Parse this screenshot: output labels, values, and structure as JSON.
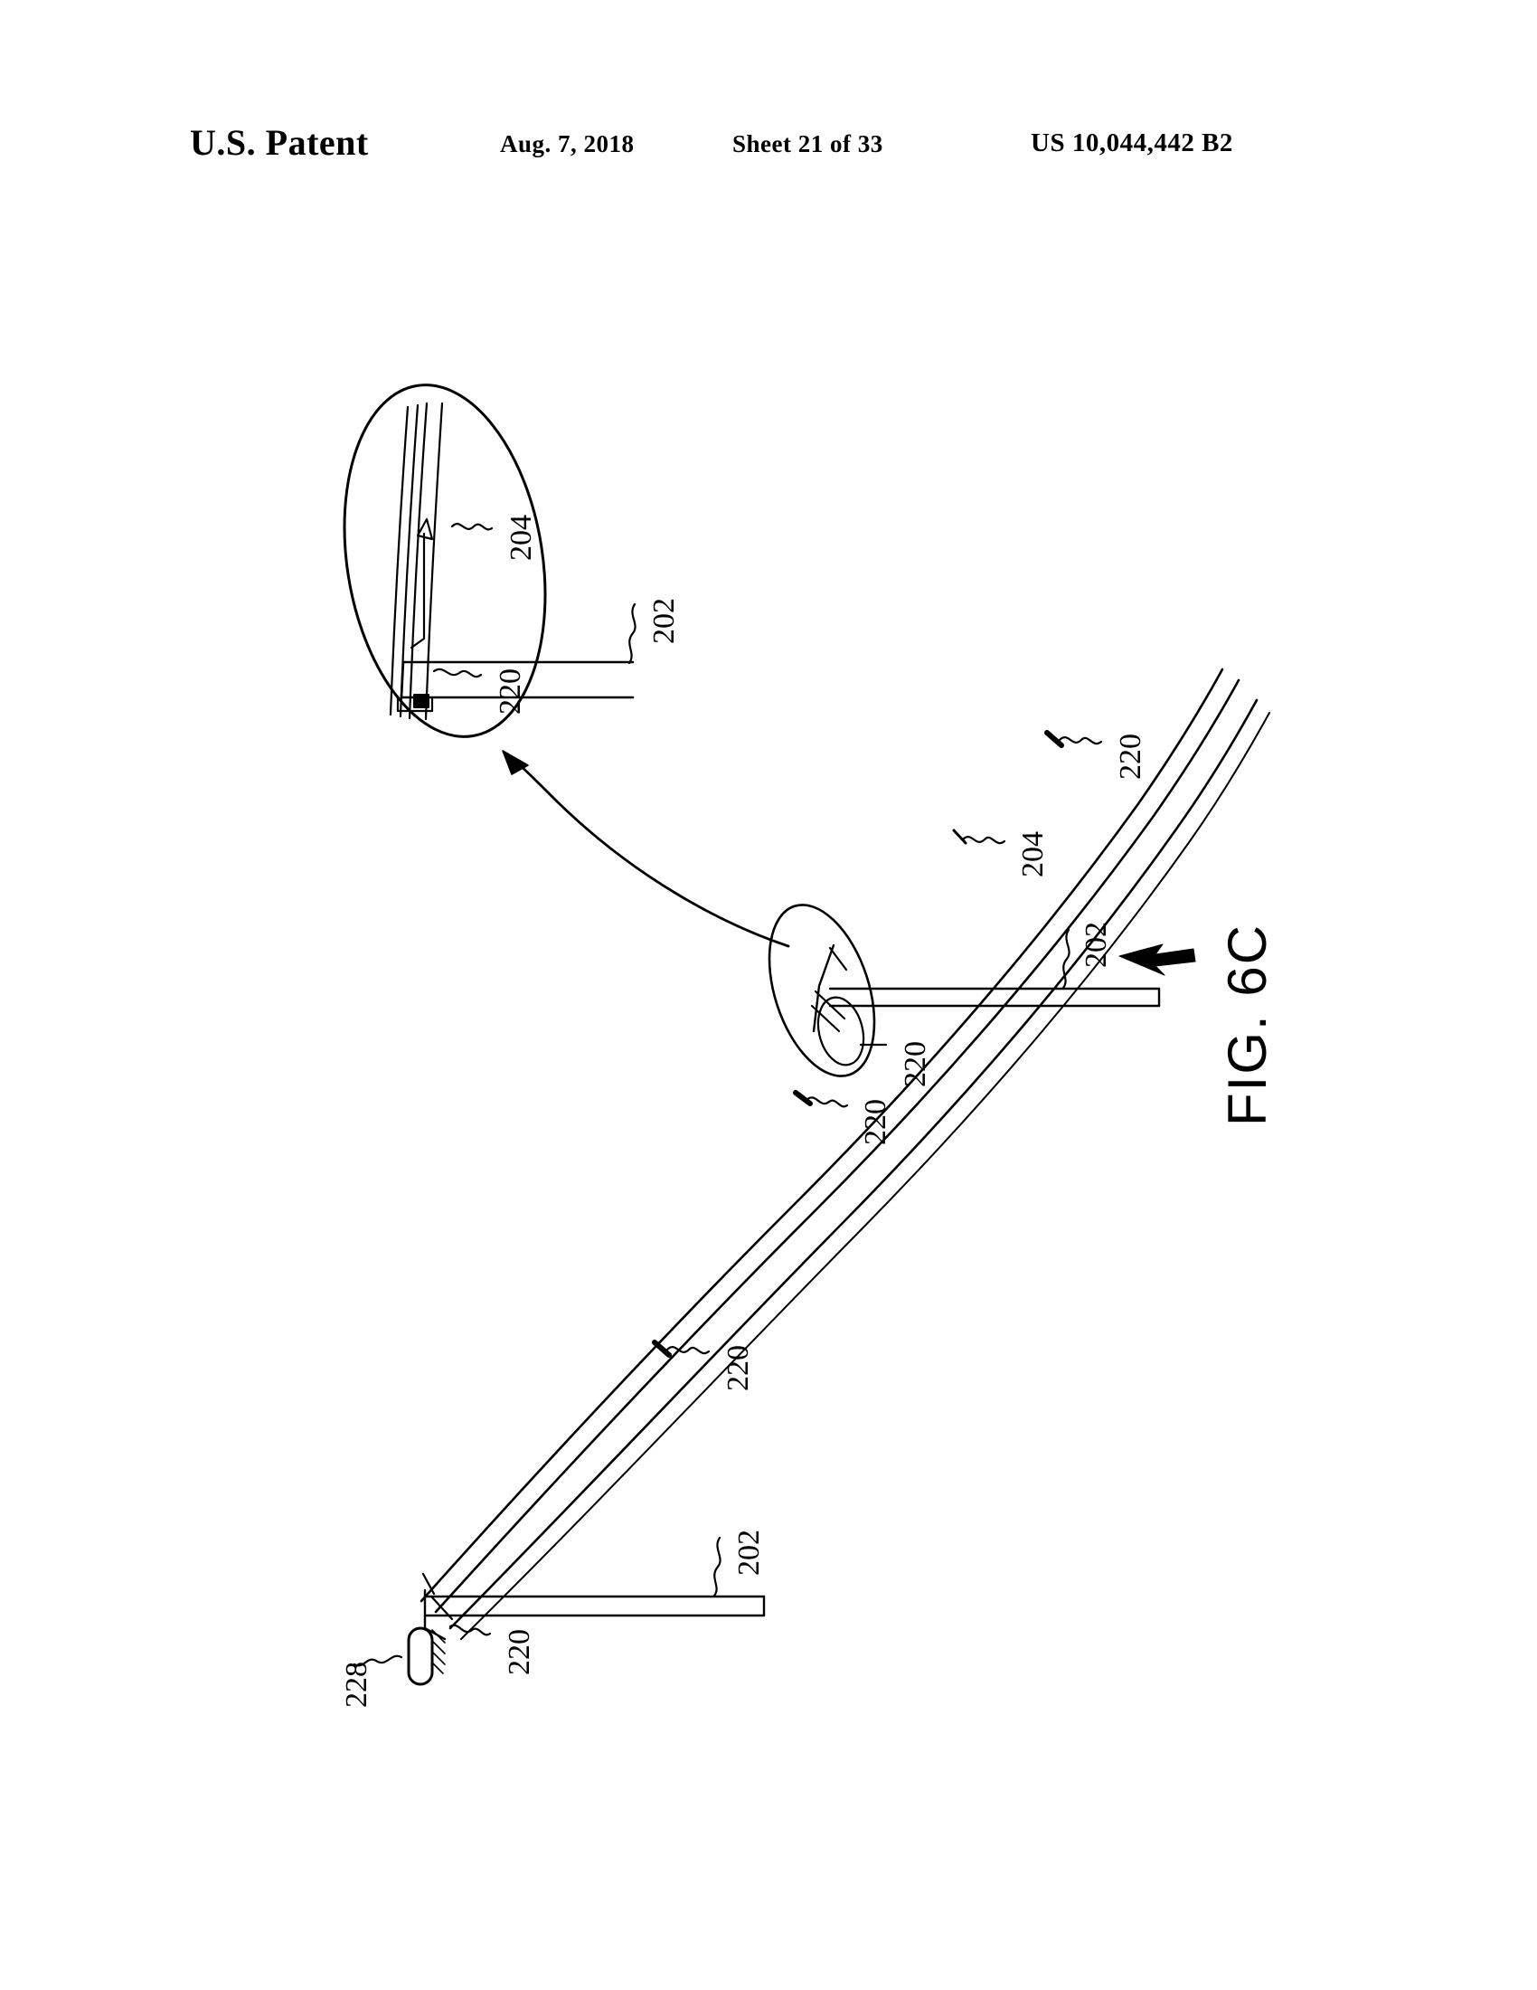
{
  "header": {
    "office": "U.S. Patent",
    "date": "Aug. 7, 2018",
    "sheet": "Sheet 21 of 33",
    "patent_number": "US 10,044,442 B2"
  },
  "figure": {
    "caption": "FIG. 6C",
    "labels": [
      {
        "id": "detail-204",
        "text": "204"
      },
      {
        "id": "detail-220",
        "text": "220"
      },
      {
        "id": "detail-202",
        "text": "202"
      },
      {
        "id": "rail-upper-220",
        "text": "220"
      },
      {
        "id": "rail-204",
        "text": "204"
      },
      {
        "id": "mid-202",
        "text": "202"
      },
      {
        "id": "mid-220-right",
        "text": "220"
      },
      {
        "id": "mid-220-left",
        "text": "220"
      },
      {
        "id": "rail-mid-220",
        "text": "220"
      },
      {
        "id": "base-202",
        "text": "202"
      },
      {
        "id": "base-220",
        "text": "220"
      },
      {
        "id": "base-228",
        "text": "228"
      }
    ]
  },
  "colors": {
    "ink": "#000000",
    "paper": "#ffffff"
  }
}
